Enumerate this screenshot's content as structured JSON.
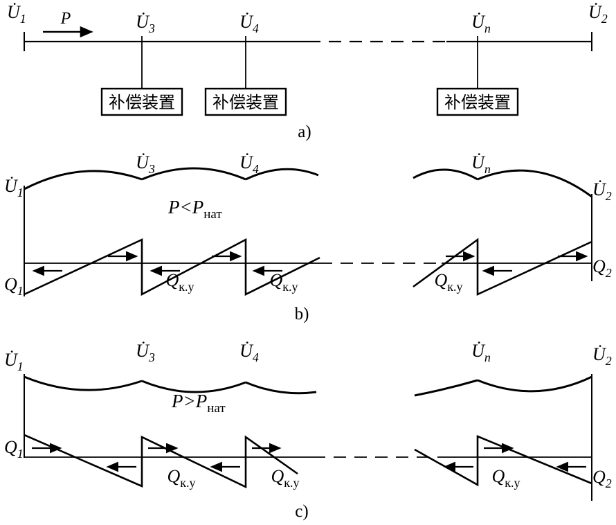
{
  "figure": {
    "background": "#ffffff",
    "ink": "#000000",
    "type": "transmission-line-compensation-diagram"
  },
  "section_a": {
    "caption": "a)",
    "power_flow_label": "P",
    "node_labels": {
      "u1": {
        "sym": "U̇",
        "sub": "1"
      },
      "u2": {
        "sym": "U̇",
        "sub": "2"
      },
      "u3": {
        "sym": "U̇",
        "sub": "3"
      },
      "u4": {
        "sym": "U̇",
        "sub": "4"
      },
      "un": {
        "sym": "U̇",
        "sub": "n"
      }
    },
    "compensation_boxes": [
      "补偿装置",
      "补偿装置",
      "补偿装置"
    ]
  },
  "section_b": {
    "caption": "b)",
    "condition": {
      "main": "P<P",
      "sub": "нат"
    },
    "node_labels": {
      "u1": {
        "sym": "U̇",
        "sub": "1"
      },
      "u2": {
        "sym": "U̇",
        "sub": "2"
      },
      "u3": {
        "sym": "U̇",
        "sub": "3"
      },
      "u4": {
        "sym": "U̇",
        "sub": "4"
      },
      "un": {
        "sym": "U̇",
        "sub": "n"
      }
    },
    "q_labels": {
      "q1": {
        "sym": "Q",
        "sub": "1"
      },
      "q2": {
        "sym": "Q",
        "sub": "2"
      },
      "qku": {
        "sym": "Q",
        "sub": "к.у"
      }
    }
  },
  "section_c": {
    "caption": "c)",
    "condition": {
      "main": "P>P",
      "sub": "нат"
    },
    "node_labels": {
      "u1": {
        "sym": "U̇",
        "sub": "1"
      },
      "u2": {
        "sym": "U̇",
        "sub": "2"
      },
      "u3": {
        "sym": "U̇",
        "sub": "3"
      },
      "u4": {
        "sym": "U̇",
        "sub": "4"
      },
      "un": {
        "sym": "U̇",
        "sub": "n"
      }
    },
    "q_labels": {
      "q1": {
        "sym": "Q",
        "sub": "1"
      },
      "q2": {
        "sym": "Q",
        "sub": "2"
      },
      "qku": {
        "sym": "Q",
        "sub": "к.у"
      }
    }
  }
}
